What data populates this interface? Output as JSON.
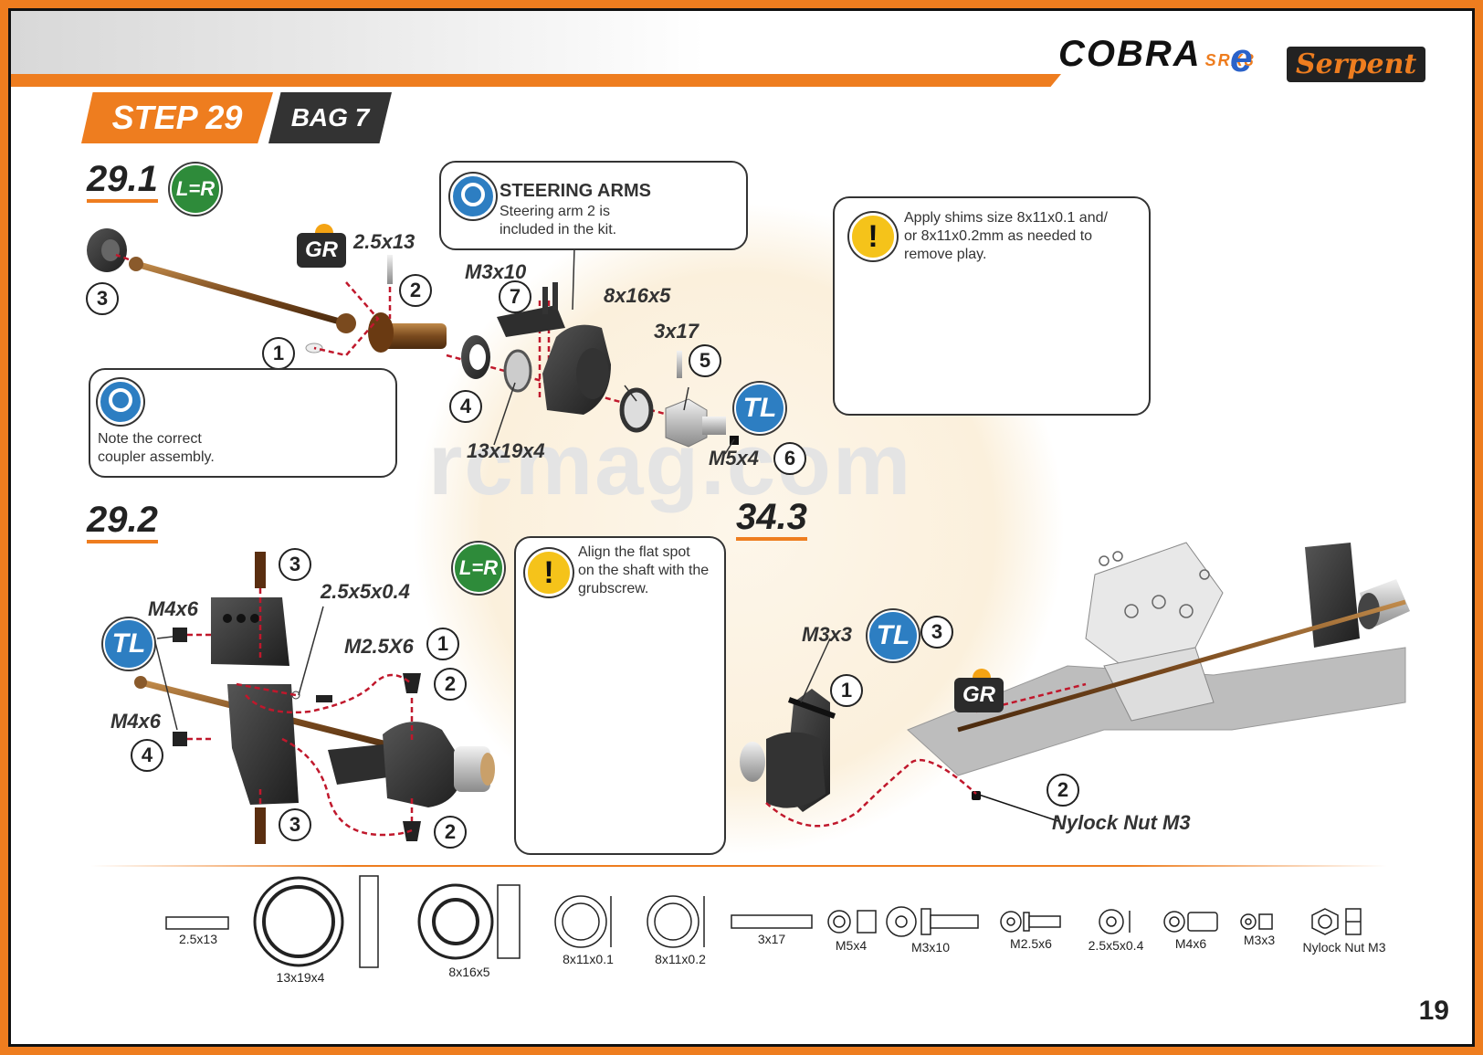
{
  "brand": {
    "model": "COBRA",
    "model_sub": "SRX8",
    "model_suffix": "e",
    "maker": "Serpent"
  },
  "step": {
    "title": "STEP 29",
    "bag": "BAG 7"
  },
  "section1": {
    "id": "29.1",
    "badge": "L=R",
    "gr": "GR",
    "labels": {
      "pin": "2.5x13",
      "screw": "M3x10",
      "bearing_big": "8x16x5",
      "pin2": "3x17",
      "tl": "TL",
      "grub": "M5x4",
      "bearing_small": "13x19x4"
    },
    "numbers": [
      "1",
      "2",
      "3",
      "4",
      "5",
      "6",
      "7"
    ],
    "note_coupler": {
      "line1": "Note the correct",
      "line2": "coupler assembly."
    },
    "steering_callout": {
      "title": "STEERING ARMS",
      "line1": "Steering arm 2 is",
      "line2": "included in the kit."
    },
    "shim_callout": {
      "line1": "Apply shims size 8x11x0.1 and/",
      "line2": "or 8x11x0.2mm as needed to",
      "line3": "remove play."
    }
  },
  "section2": {
    "id": "29.2",
    "badge": "L=R",
    "tl": "TL",
    "labels": {
      "screw_top": "M4x6",
      "screw_bottom": "M4x6",
      "shim": "2.5x5x0.4",
      "screw_m25": "M2.5X6"
    },
    "numbers": [
      "3",
      "1",
      "2",
      "4",
      "2",
      "3"
    ],
    "align_callout": {
      "line1": "Align the flat spot",
      "line2": "on the shaft with the",
      "line3": "grubscrew."
    }
  },
  "section3": {
    "id": "34.3",
    "screw": "M3x3",
    "tl": "TL",
    "gr": "GR",
    "numbers": [
      "3",
      "1",
      "2"
    ],
    "nut": "Nylock Nut M3"
  },
  "watermark": "rcmag.com",
  "parts": [
    {
      "label": "2.5x13"
    },
    {
      "label": "13x19x4"
    },
    {
      "label": "8x16x5"
    },
    {
      "label": "8x11x0.1"
    },
    {
      "label": "8x11x0.2"
    },
    {
      "label": "3x17"
    },
    {
      "label": "M5x4"
    },
    {
      "label": "M3x10"
    },
    {
      "label": "M2.5x6"
    },
    {
      "label": "2.5x5x0.4"
    },
    {
      "label": "M4x6"
    },
    {
      "label": "M3x3"
    },
    {
      "label": "Nylock Nut M3"
    }
  ],
  "page_number": "19",
  "colors": {
    "accent": "#ee7d1f",
    "dark": "#2b2b2b",
    "leader": "#c0182c",
    "brass": "#8a5a2b",
    "blue": "#2d7ec2",
    "green": "#2e8b3a"
  }
}
